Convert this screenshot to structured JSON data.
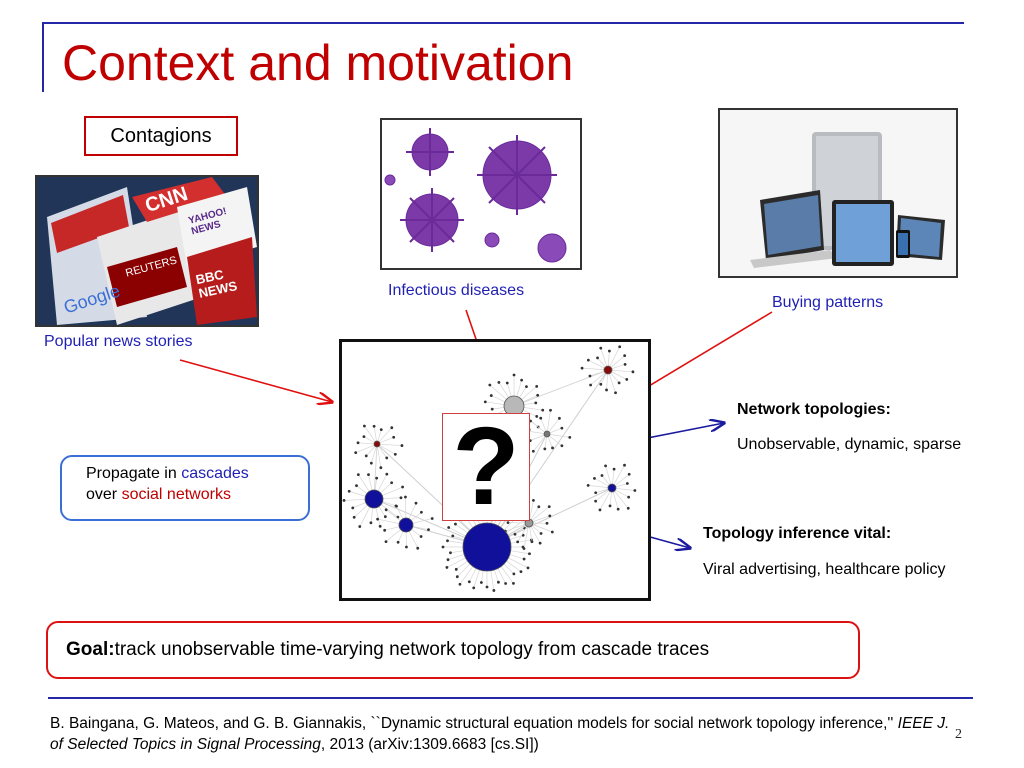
{
  "slide": {
    "title": "Context and motivation",
    "contagions_label": "Contagions",
    "captions": {
      "news": "Popular news stories",
      "diseases": "Infectious diseases",
      "buying": "Buying patterns"
    },
    "news_logos": {
      "cnn": "CNN",
      "yahoo": "YAHOO! NEWS",
      "reuters": "REUTERS",
      "bbc": "BBC NEWS",
      "google": "Google"
    },
    "question_mark": "?",
    "propagate": {
      "line1_prefix": "Propagate in ",
      "line1_highlight": "cascades",
      "line2_prefix": "over ",
      "line2_highlight": "social networks"
    },
    "network_topologies": {
      "heading": "Network topologies:",
      "text": "Unobservable, dynamic, sparse"
    },
    "topology_inference": {
      "heading": "Topology inference vital:",
      "text": "Viral advertising, healthcare policy"
    },
    "goal": {
      "label": "Goal:",
      "text": " track unobservable time-varying network topology from cascade traces"
    },
    "reference": {
      "part1": "B. Baingana, G. Mateos, and G. B. Giannakis, ``Dynamic structural equation models for social network topology inference,'' ",
      "journal": "IEEE J. of Selected Topics in Signal Processing",
      "part2": ", 2013 (arXiv:1309.6683 [cs.SI])"
    },
    "page_number": "2"
  },
  "colors": {
    "title_red": "#c00000",
    "accent_blue": "#1f1fb4",
    "rule_blue": "#2626a8",
    "arrow_red": "#e01010",
    "arrow_blue": "#1a1aa0"
  }
}
